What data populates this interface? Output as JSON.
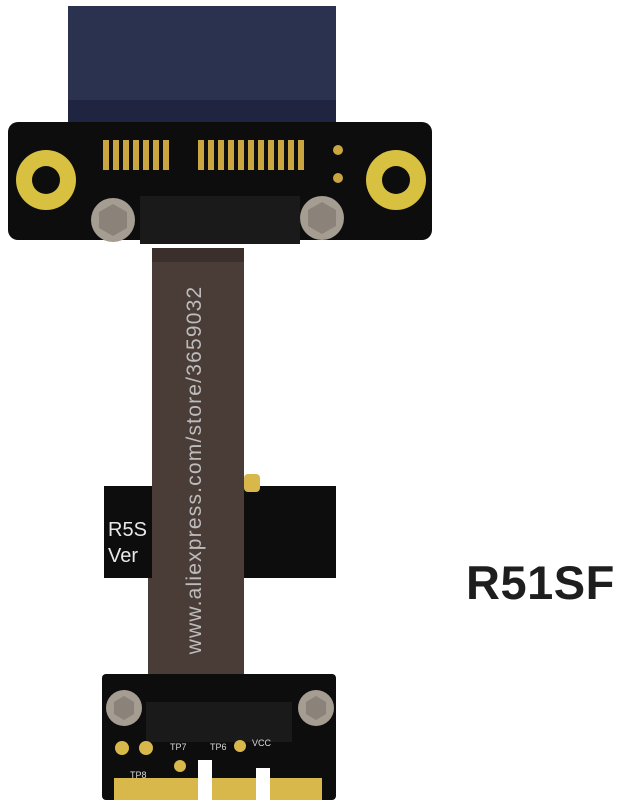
{
  "product": {
    "model_label": "R51SF",
    "board_text_line1": "R5S",
    "board_text_line2": "Ver",
    "watermark": "www.aliexpress.com/store/3659032",
    "silk_tp7": "TP7",
    "silk_tp8": "TP8",
    "silk_tp6": "TP6",
    "silk_vcc": "VCC"
  },
  "colors": {
    "pcie_slot": "#2a3250",
    "board": "#0d0d0d",
    "gold_pad": "#d8b84a",
    "ribbon": "#4a3c36",
    "screw": "#a59c92"
  }
}
